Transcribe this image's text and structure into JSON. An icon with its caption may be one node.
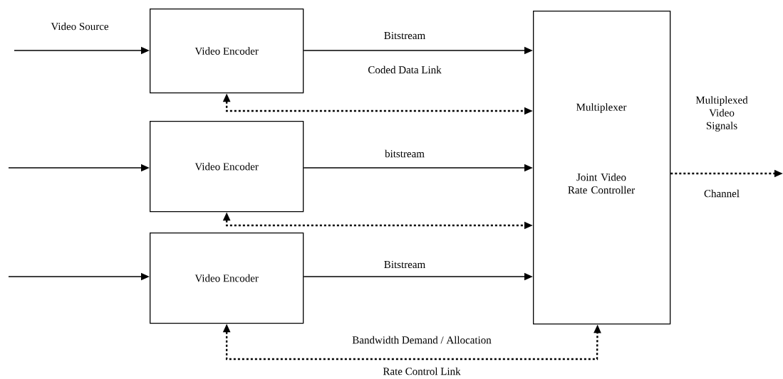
{
  "diagram": {
    "nodes": [
      {
        "text": [
          "Video Encoder"
        ]
      },
      {
        "text": [
          "Video Encoder"
        ]
      },
      {
        "text": [
          "Video Encoder"
        ]
      },
      {
        "text": [
          "Multiplexer",
          "Joint Video Rate Controller"
        ]
      }
    ],
    "edges": [
      {
        "from": null,
        "to": 0,
        "arrow": "to",
        "label": "Video Source"
      },
      {
        "from": null,
        "to": 1,
        "arrow": "to"
      },
      {
        "from": null,
        "to": 2,
        "arrow": "to"
      },
      {
        "from": 0,
        "to": 3,
        "arrow": "to",
        "label": "Bitstream"
      },
      {
        "from": 1,
        "to": 3,
        "arrow": "to",
        "label": "bitstream"
      },
      {
        "from": 2,
        "to": 3,
        "arrow": "to",
        "label": "Bitstream"
      },
      {
        "from": 0,
        "to": 3,
        "arrow": "both",
        "style": "dashed"
      },
      {
        "from": 1,
        "to": 3,
        "arrow": "both",
        "style": "dashed"
      },
      {
        "from": 2,
        "to": 3,
        "arrow": "both",
        "style": "dashed",
        "label": "Bandwidth Demand / Allocation"
      },
      {
        "from": 3,
        "to": null,
        "arrow": "to",
        "style": "dashed",
        "label": "Multiplexed Video Signals"
      }
    ],
    "labels": [
      "Coded Data Link",
      "Rate Control Link",
      "Channel"
    ]
  }
}
